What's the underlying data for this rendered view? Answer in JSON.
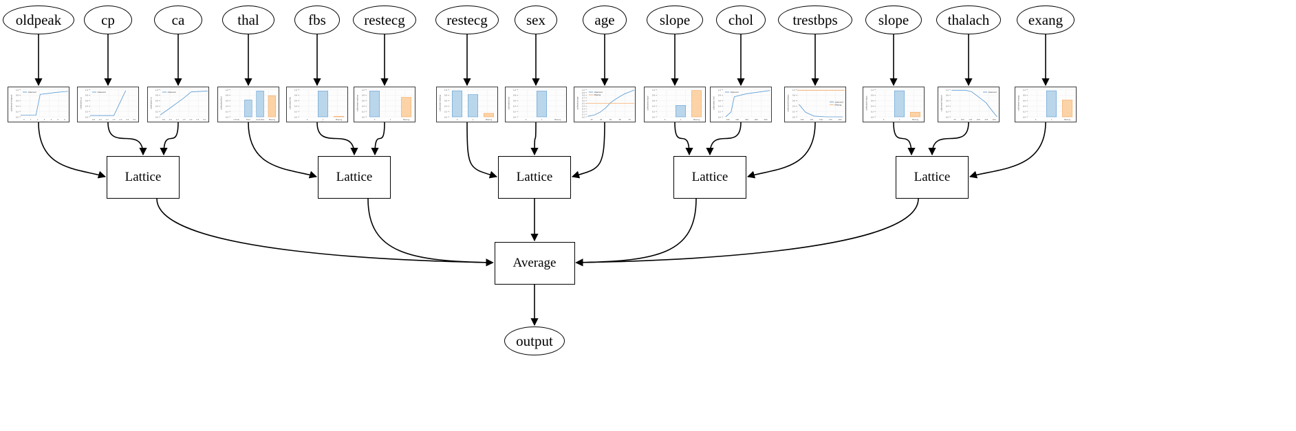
{
  "diagram": {
    "type": "calibrated-lattice-ensemble-graph",
    "title": "",
    "output_node": {
      "label": "output"
    },
    "aggregate_node": {
      "label": "Average"
    },
    "lattice_label": "Lattice",
    "lattice_nodes": [
      {
        "id": "lattice_0",
        "label": "Lattice"
      },
      {
        "id": "lattice_1",
        "label": "Lattice"
      },
      {
        "id": "lattice_2",
        "label": "Lattice"
      },
      {
        "id": "lattice_3",
        "label": "Lattice"
      },
      {
        "id": "lattice_4",
        "label": "Lattice"
      }
    ],
    "features": [
      {
        "id": "f0",
        "label": "oldpeak",
        "lattice": 0
      },
      {
        "id": "f1",
        "label": "cp",
        "lattice": 0
      },
      {
        "id": "f2",
        "label": "ca",
        "lattice": 0
      },
      {
        "id": "f3",
        "label": "thal",
        "lattice": 1
      },
      {
        "id": "f4",
        "label": "fbs",
        "lattice": 1
      },
      {
        "id": "f5",
        "label": "restecg",
        "lattice": 1
      },
      {
        "id": "f6",
        "label": "restecg",
        "lattice": 2
      },
      {
        "id": "f7",
        "label": "sex",
        "lattice": 2
      },
      {
        "id": "f8",
        "label": "age",
        "lattice": 2
      },
      {
        "id": "f9",
        "label": "slope",
        "lattice": 3
      },
      {
        "id": "f10",
        "label": "chol",
        "lattice": 3
      },
      {
        "id": "f11",
        "label": "trestbps",
        "lattice": 3
      },
      {
        "id": "f12",
        "label": "slope",
        "lattice": 4
      },
      {
        "id": "f13",
        "label": "thalach",
        "lattice": 4
      },
      {
        "id": "f14",
        "label": "exang",
        "lattice": 4
      }
    ]
  },
  "legend_labels": {
    "observed": "observed",
    "missing": "Missing"
  },
  "colors": {
    "observed_line": "#5a9bd4",
    "missing_line": "#f5a863",
    "bar_observed_face": "#bad6ea",
    "bar_observed_edge": "#5a9bd4",
    "bar_missing_face": "#fbd3a6",
    "bar_missing_edge": "#f5a863",
    "axis": "#777777",
    "grid": "#eeeeee",
    "node_stroke": "#000000",
    "plot_border": "#3a3a3a"
  },
  "chart_data": [
    {
      "id": "f0",
      "type": "line",
      "feature": "oldpeak",
      "title": "",
      "xlabel": "oldpeak",
      "ylabel": "calibrated oldpeak",
      "xlim": [
        0,
        6.2
      ],
      "ylim": [
        0,
        1
      ],
      "grid": true,
      "xticks": [
        "0",
        "1",
        "2",
        "3",
        "4",
        "5",
        "6"
      ],
      "yticks": [
        "0.0",
        "0.2",
        "0.4",
        "0.6",
        "0.8",
        "1.0"
      ],
      "legend": [
        "observed"
      ],
      "legend_position": "upper left",
      "series": [
        {
          "name": "observed",
          "color": "#5a9bd4",
          "x": [
            0,
            1.0,
            2.0,
            2.55,
            3.5,
            4.6,
            6.2
          ],
          "y": [
            0.06,
            0.06,
            0.06,
            0.83,
            0.86,
            0.9,
            0.94
          ]
        }
      ]
    },
    {
      "id": "f1",
      "type": "line",
      "feature": "cp",
      "title": "",
      "xlabel": "cp",
      "ylabel": "calibrated cp",
      "xlim": [
        0,
        4
      ],
      "ylim": [
        0,
        1
      ],
      "grid": true,
      "xticks": [
        "0.0",
        "0.5",
        "1.0",
        "1.5",
        "2.0",
        "2.5",
        "3.0"
      ],
      "yticks": [
        "0.0",
        "0.2",
        "0.4",
        "0.6",
        "0.8",
        "1.0"
      ],
      "legend": [
        "observed"
      ],
      "legend_position": "upper left",
      "series": [
        {
          "name": "observed",
          "color": "#5a9bd4",
          "x": [
            0,
            1.0,
            2.0,
            3.0
          ],
          "y": [
            0.05,
            0.05,
            0.05,
            0.97
          ]
        }
      ]
    },
    {
      "id": "f2",
      "type": "line",
      "feature": "ca",
      "title": "",
      "xlabel": "ca",
      "ylabel": "calibrated ca",
      "xlim": [
        0,
        4
      ],
      "ylim": [
        0,
        1
      ],
      "grid": true,
      "xticks": [
        "0.0",
        "0.5",
        "1.0",
        "1.5",
        "2.0",
        "2.5",
        "3.0"
      ],
      "yticks": [
        "0.0",
        "0.2",
        "0.4",
        "0.6",
        "0.8",
        "1.0"
      ],
      "legend": [
        "observed"
      ],
      "legend_position": "upper left",
      "series": [
        {
          "name": "observed",
          "color": "#5a9bd4",
          "x": [
            0,
            1.0,
            2.0,
            2.6,
            4.0
          ],
          "y": [
            0.07,
            0.38,
            0.7,
            0.92,
            0.95
          ]
        }
      ]
    },
    {
      "id": "f3",
      "type": "bar",
      "feature": "thal",
      "title": "",
      "xlabel": "thal",
      "ylabel": "calibrated thal",
      "categories": [
        "normal",
        "fixed",
        "reversible",
        "Missing"
      ],
      "values": [
        0.0,
        0.62,
        0.95,
        0.78
      ],
      "bar_kinds": [
        "observed",
        "observed",
        "observed",
        "missing"
      ],
      "ylim": [
        0,
        1
      ],
      "grid": true,
      "yticks": [
        "0.0",
        "0.2",
        "0.4",
        "0.6",
        "0.8",
        "1.0"
      ]
    },
    {
      "id": "f4",
      "type": "bar",
      "feature": "fbs",
      "title": "",
      "xlabel": "fbs",
      "ylabel": "calibrated fbs",
      "categories": [
        "0",
        "1",
        "Missing"
      ],
      "values": [
        0.0,
        0.95,
        0.02
      ],
      "bar_kinds": [
        "observed",
        "observed",
        "missing"
      ],
      "ylim": [
        0,
        1
      ],
      "grid": true,
      "yticks": [
        "0.0",
        "0.2",
        "0.4",
        "0.6",
        "0.8",
        "1.0"
      ]
    },
    {
      "id": "f5",
      "type": "bar",
      "feature": "restecg",
      "title": "",
      "xlabel": "restecg",
      "ylabel": "calibrated restecg",
      "categories": [
        "0",
        "1",
        "Missing"
      ],
      "values": [
        0.95,
        0.0,
        0.72
      ],
      "bar_kinds": [
        "observed",
        "observed",
        "missing"
      ],
      "ylim": [
        0,
        1
      ],
      "grid": true,
      "yticks": [
        "0.0",
        "0.2",
        "0.4",
        "0.6",
        "0.8",
        "1.0"
      ]
    },
    {
      "id": "f6",
      "type": "bar",
      "feature": "restecg",
      "title": "",
      "xlabel": "restecg",
      "ylabel": "calibrated restecg",
      "categories": [
        "0",
        "1",
        "Missing"
      ],
      "values": [
        0.96,
        0.82,
        0.13
      ],
      "bar_kinds": [
        "observed",
        "observed",
        "missing"
      ],
      "ylim": [
        0,
        1
      ],
      "grid": true,
      "yticks": [
        "0.0",
        "0.2",
        "0.4",
        "0.6",
        "0.8",
        "1.0"
      ]
    },
    {
      "id": "f7",
      "type": "bar",
      "feature": "sex",
      "title": "",
      "xlabel": "sex",
      "ylabel": "calibrated sex",
      "categories": [
        "0",
        "1",
        "Missing"
      ],
      "values": [
        0.0,
        0.95,
        0.0
      ],
      "bar_kinds": [
        "observed",
        "observed",
        "missing"
      ],
      "ylim": [
        0,
        1
      ],
      "grid": true,
      "yticks": [
        "0.0",
        "0.2",
        "0.4",
        "0.6",
        "0.8",
        "1.0"
      ]
    },
    {
      "id": "f8",
      "type": "line",
      "feature": "age",
      "title": "",
      "xlabel": "age",
      "ylabel": "calibrated age",
      "xlim": [
        28,
        78
      ],
      "ylim": [
        0,
        1
      ],
      "grid": true,
      "xticks": [
        "30",
        "40",
        "50",
        "60",
        "70"
      ],
      "yticks": [
        "0.0",
        "0.1",
        "0.2",
        "0.3",
        "0.4",
        "0.5",
        "0.6",
        "0.7",
        "0.8",
        "0.9",
        "1.0"
      ],
      "legend": [
        "observed",
        "Missing"
      ],
      "legend_position": "upper left",
      "series": [
        {
          "name": "observed",
          "color": "#5a9bd4",
          "x": [
            29,
            36,
            42,
            48,
            53,
            57,
            62,
            68,
            74,
            78
          ],
          "y": [
            0.02,
            0.07,
            0.17,
            0.33,
            0.52,
            0.62,
            0.73,
            0.85,
            0.93,
            0.99
          ]
        },
        {
          "name": "Missing",
          "color": "#f5a863",
          "x": [
            28,
            78
          ],
          "y": [
            0.5,
            0.5
          ]
        }
      ]
    },
    {
      "id": "f9",
      "type": "bar",
      "feature": "slope",
      "title": "",
      "xlabel": "slope",
      "ylabel": "calibrated slope",
      "categories": [
        "0",
        "1",
        "Missing"
      ],
      "values": [
        0.0,
        0.42,
        0.97
      ],
      "bar_kinds": [
        "observed",
        "observed",
        "missing"
      ],
      "ylim": [
        0,
        1
      ],
      "grid": true,
      "yticks": [
        "0.0",
        "0.2",
        "0.4",
        "0.6",
        "0.8",
        "1.0"
      ]
    },
    {
      "id": "f10",
      "type": "line",
      "feature": "chol",
      "title": "",
      "xlabel": "chol",
      "ylabel": "calibrated chol",
      "xlim": [
        100,
        570
      ],
      "ylim": [
        0,
        1
      ],
      "grid": true,
      "xticks": [
        "100",
        "200",
        "300",
        "400",
        "500"
      ],
      "yticks": [
        "0.0",
        "0.2",
        "0.4",
        "0.6",
        "0.8",
        "1.0"
      ],
      "legend": [
        "observed"
      ],
      "legend_position": "upper left",
      "series": [
        {
          "name": "observed",
          "color": "#5a9bd4",
          "x": [
            126,
            180,
            212,
            330,
            564
          ],
          "y": [
            0.0,
            0.18,
            0.74,
            0.85,
            0.97
          ]
        }
      ]
    },
    {
      "id": "f11",
      "type": "line",
      "feature": "trestbps",
      "title": "",
      "xlabel": "trestbps",
      "ylabel": "calibrated trestbps",
      "xlim": [
        90,
        205
      ],
      "ylim": [
        0,
        1
      ],
      "grid": true,
      "xticks": [
        "100",
        "125",
        "150",
        "175",
        "200"
      ],
      "yticks": [
        "0.0",
        "0.2",
        "0.4",
        "0.6",
        "0.8",
        "1.0"
      ],
      "legend": [
        "observed",
        "Missing"
      ],
      "legend_position": "center right",
      "series": [
        {
          "name": "observed",
          "color": "#5a9bd4",
          "x": [
            94,
            110,
            130,
            160,
            200
          ],
          "y": [
            0.46,
            0.17,
            0.03,
            0.0,
            0.0
          ]
        },
        {
          "name": "Missing",
          "color": "#f5a863",
          "x": [
            90,
            205
          ],
          "y": [
            0.98,
            0.98
          ]
        }
      ]
    },
    {
      "id": "f12",
      "type": "bar",
      "feature": "slope",
      "title": "",
      "xlabel": "slope",
      "ylabel": "calibrated slope",
      "categories": [
        "0",
        "1",
        "Missing"
      ],
      "values": [
        0.0,
        0.96,
        0.17
      ],
      "bar_kinds": [
        "observed",
        "observed",
        "missing"
      ],
      "ylim": [
        0,
        1
      ],
      "grid": true,
      "yticks": [
        "0.0",
        "0.2",
        "0.4",
        "0.6",
        "0.8",
        "1.0"
      ]
    },
    {
      "id": "f13",
      "type": "line",
      "feature": "thalach",
      "title": "",
      "xlabel": "thalach",
      "ylabel": "calibrated thalach",
      "xlim": [
        68,
        205
      ],
      "ylim": [
        0,
        1
      ],
      "grid": true,
      "xticks": [
        "75",
        "100",
        "125",
        "150",
        "175",
        "200"
      ],
      "yticks": [
        "0.0",
        "0.2",
        "0.4",
        "0.6",
        "0.8",
        "1.0"
      ],
      "legend": [
        "observed"
      ],
      "legend_position": "upper right",
      "series": [
        {
          "name": "observed",
          "color": "#5a9bd4",
          "x": [
            71,
            110,
            128,
            150,
            170,
            188,
            202
          ],
          "y": [
            0.98,
            0.98,
            0.93,
            0.72,
            0.52,
            0.22,
            0.0
          ]
        }
      ]
    },
    {
      "id": "f14",
      "type": "bar",
      "feature": "exang",
      "title": "",
      "xlabel": "exang",
      "ylabel": "calibrated exang",
      "categories": [
        "0",
        "1",
        "Missing"
      ],
      "values": [
        0.0,
        0.96,
        0.62
      ],
      "bar_kinds": [
        "observed",
        "observed",
        "missing"
      ],
      "ylim": [
        0,
        1
      ],
      "grid": true,
      "yticks": [
        "0.0",
        "0.2",
        "0.4",
        "0.6",
        "0.8",
        "1.0"
      ]
    }
  ]
}
